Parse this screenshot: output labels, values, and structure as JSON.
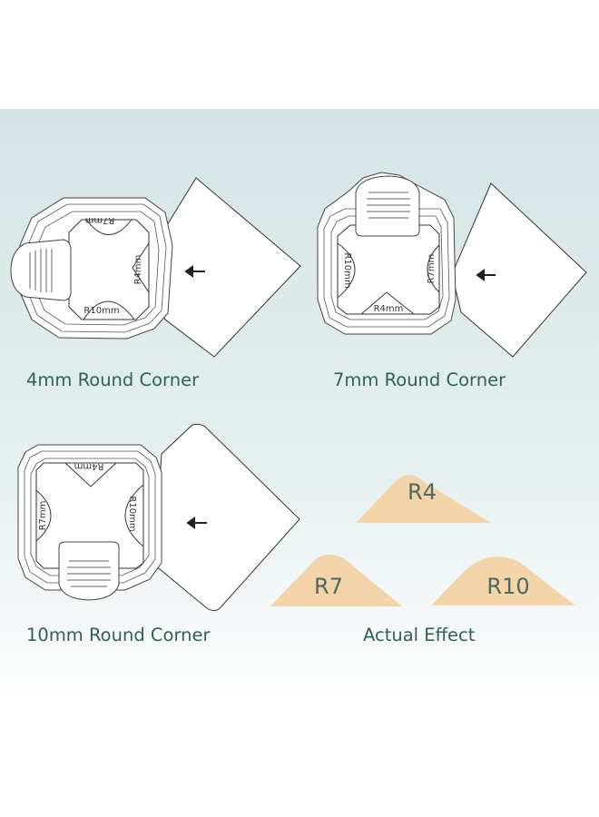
{
  "captions": {
    "c4": "4mm Round Corner",
    "c7": "7mm Round Corner",
    "c10": "10mm Round Corner",
    "effect": "Actual Effect"
  },
  "punch_labels": {
    "p1": {
      "top": "R7mm",
      "right": "R4mm",
      "bottom": "R10mm"
    },
    "p2": {
      "left": "R10mm",
      "right": "R7mm",
      "bottom": "R4mm"
    },
    "p3": {
      "top": "R4mm",
      "left": "R7mm",
      "right": "R10mm"
    }
  },
  "effect_shapes": {
    "r4": "R4",
    "r7": "R7",
    "r10": "R10"
  },
  "colors": {
    "caption": "#2f6157",
    "effect_fill": "#f3d3a8",
    "effect_text": "#4b6b62",
    "line": "#3a3a3a"
  }
}
